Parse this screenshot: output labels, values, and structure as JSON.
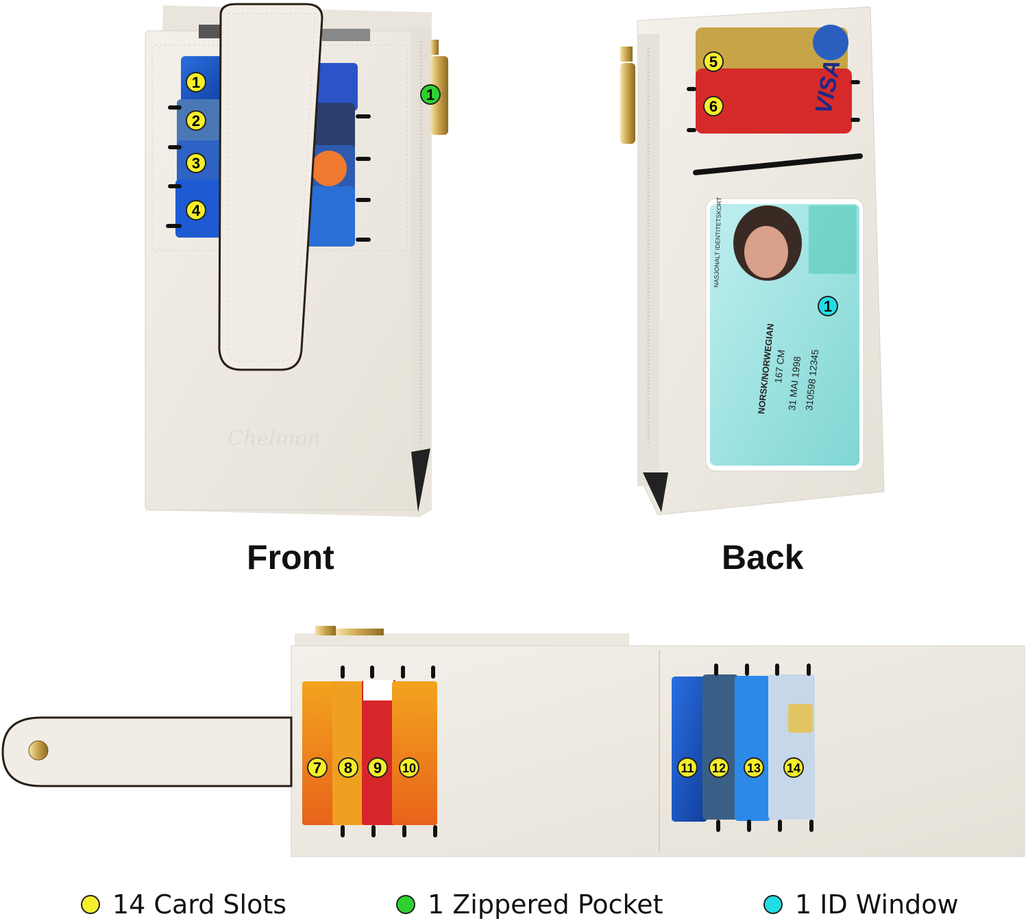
{
  "views": {
    "front_label": "Front",
    "back_label": "Back"
  },
  "brand_emboss": "Chelmon",
  "colors": {
    "card_slot": "#f5ee2a",
    "zippered_pocket": "#2fd12f",
    "id_window": "#22dce6",
    "leather": "#efebe3"
  },
  "markers": {
    "front": [
      "1",
      "2",
      "3",
      "4"
    ],
    "front_zip": "1",
    "back": [
      "5",
      "6"
    ],
    "back_id": "1",
    "open_left": [
      "7",
      "8",
      "9",
      "10"
    ],
    "open_right": [
      "11",
      "12",
      "13",
      "14"
    ]
  },
  "id_card_text": [
    "NASJONALT IDENTITETSKORT",
    "NORSK/NORWEGIAN",
    "167 CM",
    "31 MAI 1998",
    "310598 12345"
  ],
  "legend": [
    {
      "label": "14 Card Slots",
      "color": "#f5ee2a"
    },
    {
      "label": "1 Zippered Pocket",
      "color": "#2fd12f"
    },
    {
      "label": "1 ID Window",
      "color": "#22dce6"
    }
  ]
}
